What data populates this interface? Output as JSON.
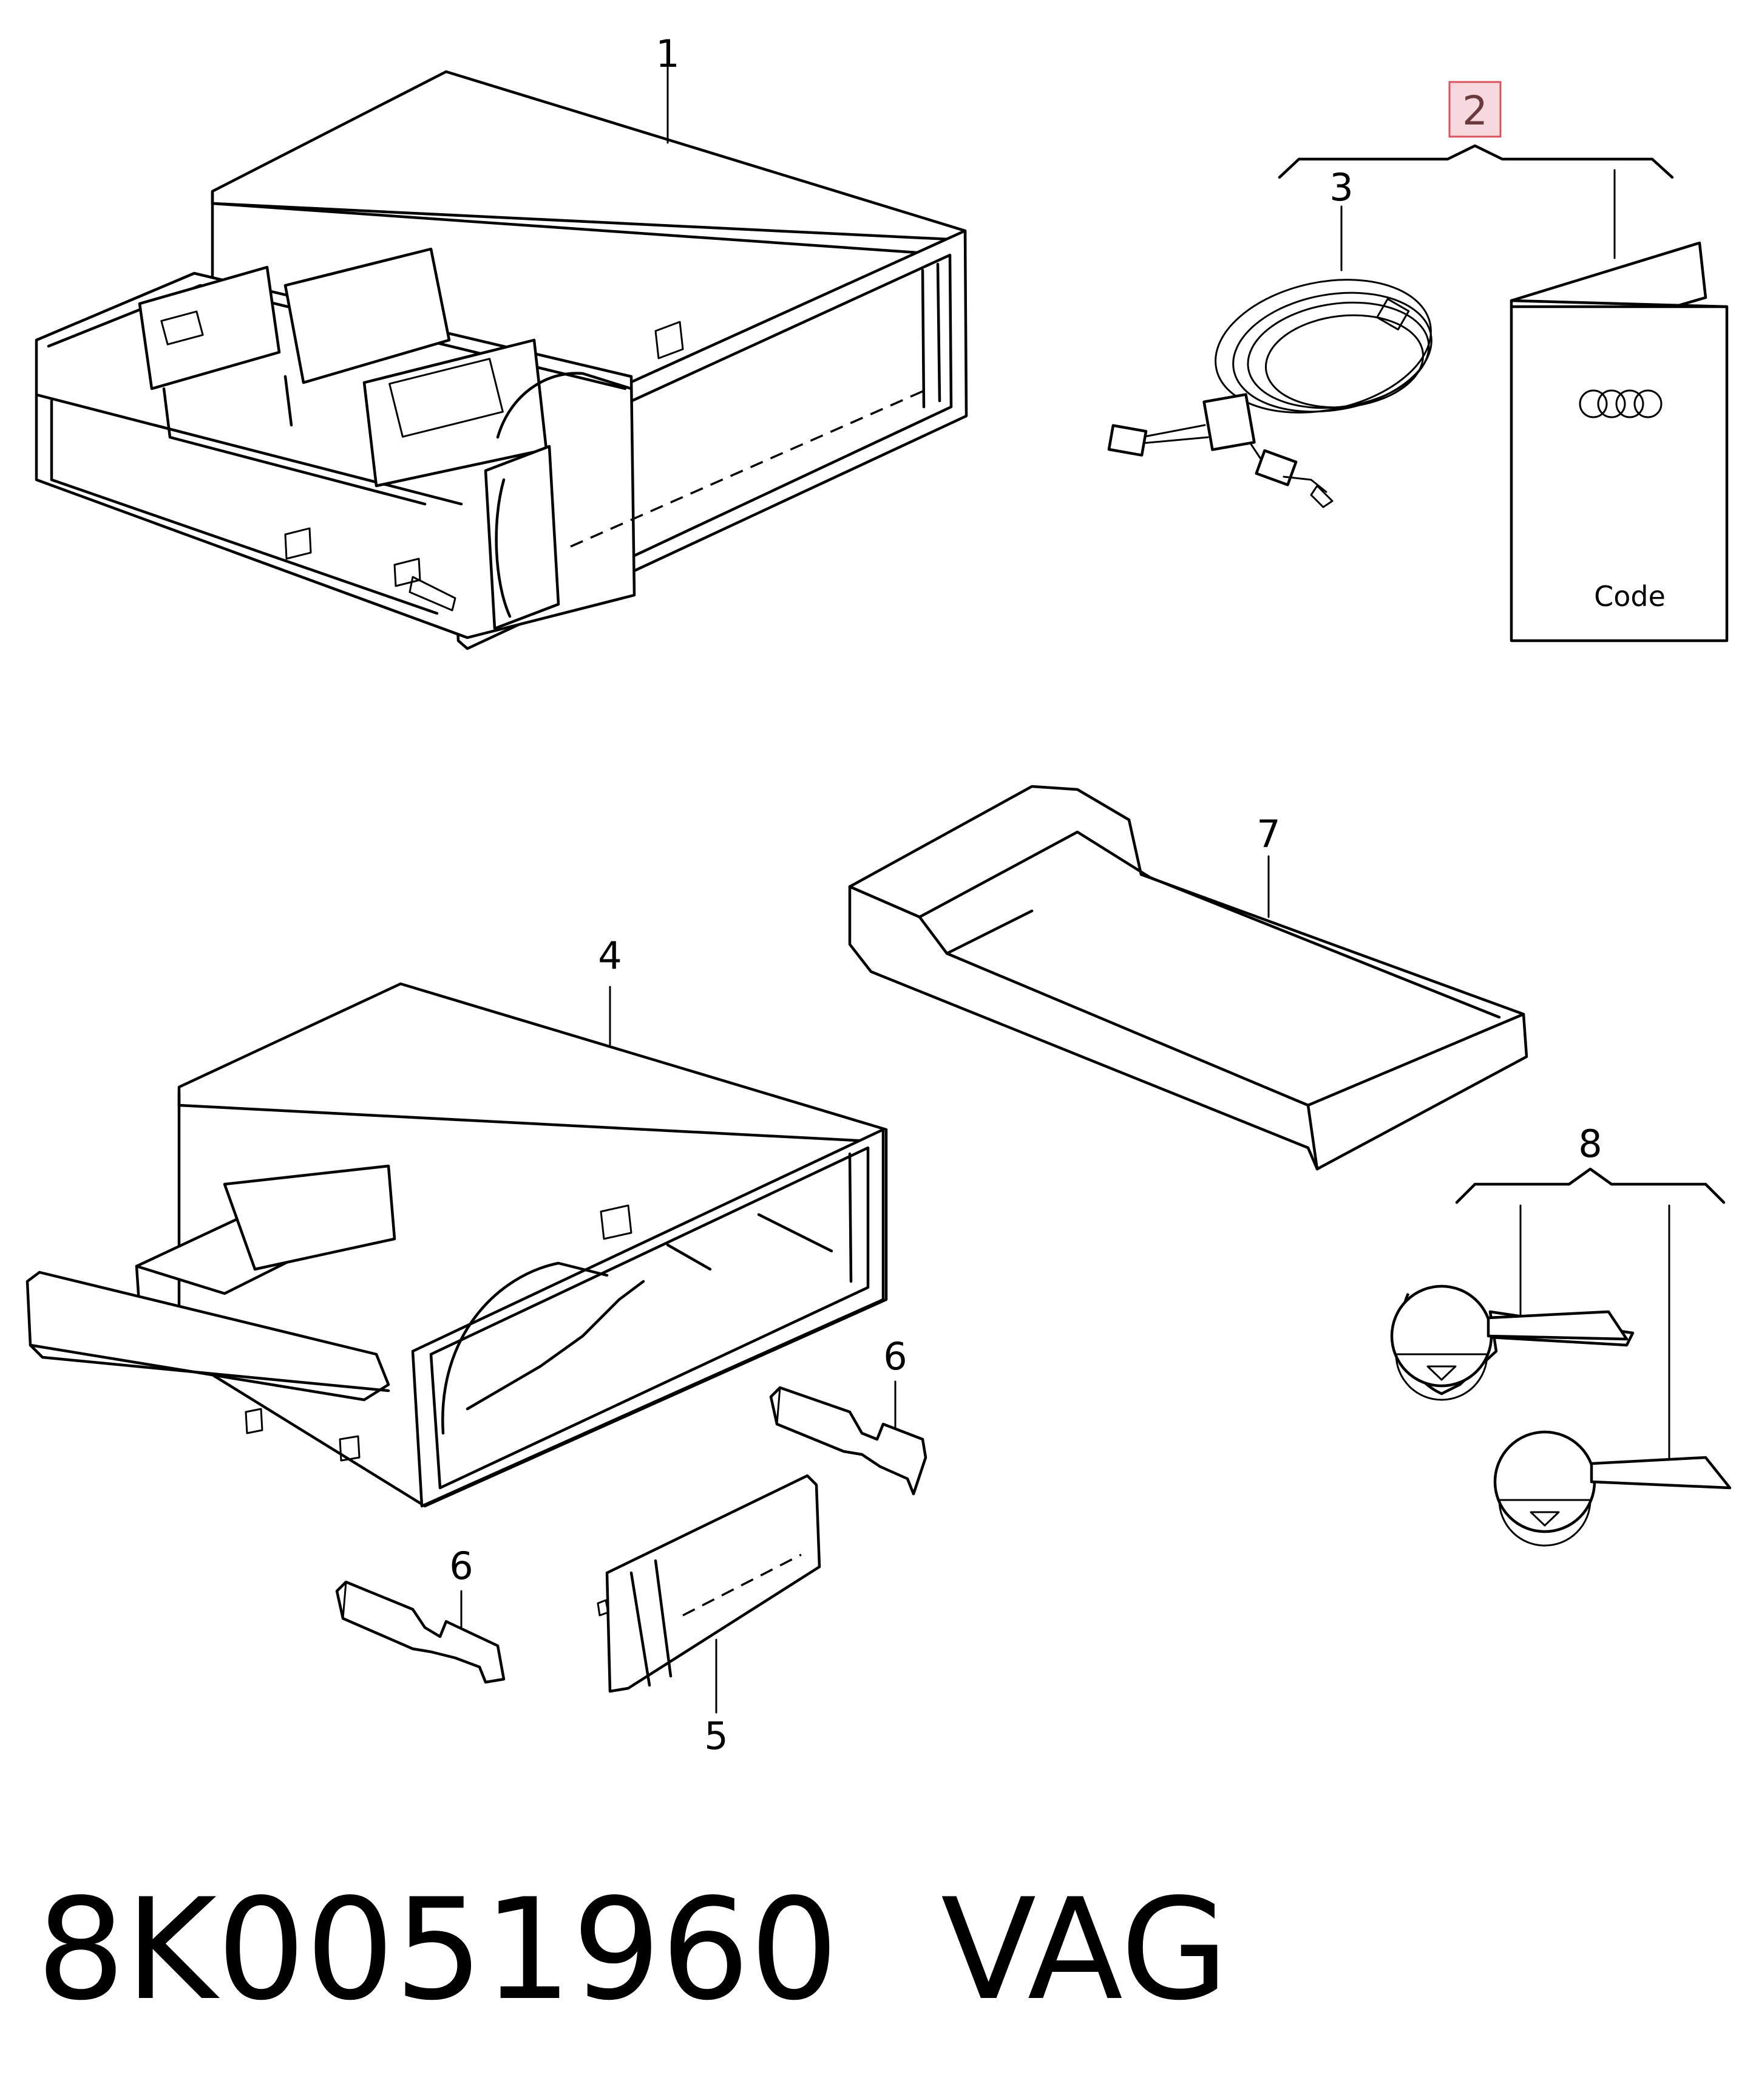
{
  "callouts": {
    "c1": "1",
    "c2": "2",
    "c3": "3",
    "c4": "4",
    "c5": "5",
    "c6a": "6",
    "c6b": "6",
    "c7": "7",
    "c8": "8"
  },
  "booklet": {
    "text": "Code"
  },
  "footer": {
    "part_number": "8K0051960",
    "brand": "VAG"
  },
  "colors": {
    "highlight_fill": "#f7d8dc",
    "highlight_stroke": "#d9545f"
  }
}
